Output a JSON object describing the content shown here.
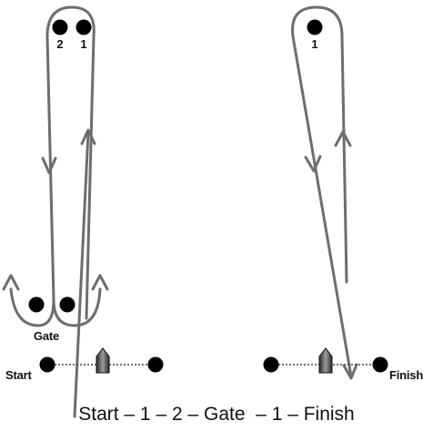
{
  "colors": {
    "course_line": "#6e6e6e",
    "mark": "#000000",
    "text": "#111111"
  },
  "left_course": {
    "mark_labels": [
      "2",
      "1"
    ],
    "gate_label": "Gate",
    "start_label": "Start"
  },
  "right_course": {
    "mark_labels": [
      "1"
    ],
    "finish_label": "Finish"
  },
  "caption": "Start – 1 – 2 – Gate  – 1 – Finish",
  "icons": [
    "committee-boat-icon",
    "arrow-icon"
  ]
}
